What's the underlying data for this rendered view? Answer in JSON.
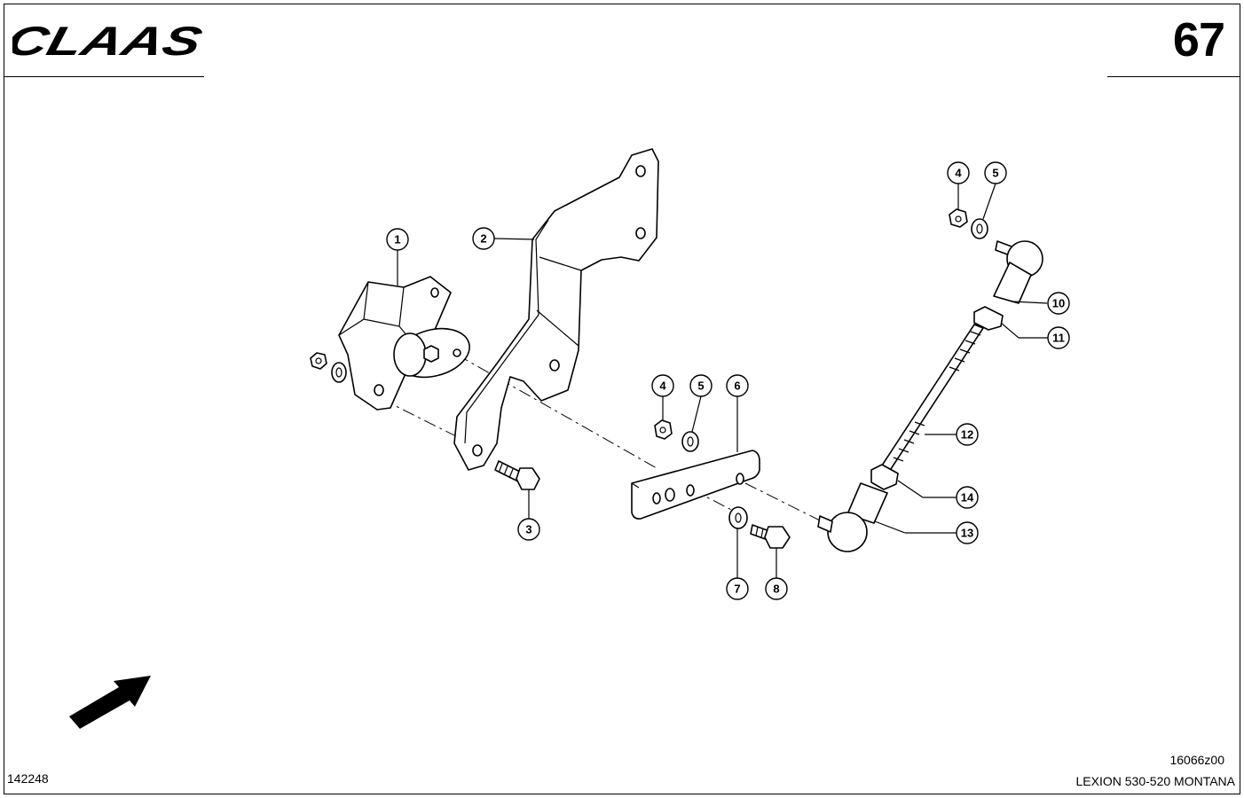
{
  "header": {
    "brand": "CLAAS",
    "page_number": "67"
  },
  "callouts": [
    "1",
    "2",
    "3",
    "4",
    "5",
    "6",
    "7",
    "8",
    "4",
    "5",
    "10",
    "11",
    "12",
    "14",
    "13"
  ],
  "footer": {
    "drawing_id": "142248",
    "image_id": "16066z00",
    "model": "LEXION 530-520 MONTANA"
  }
}
